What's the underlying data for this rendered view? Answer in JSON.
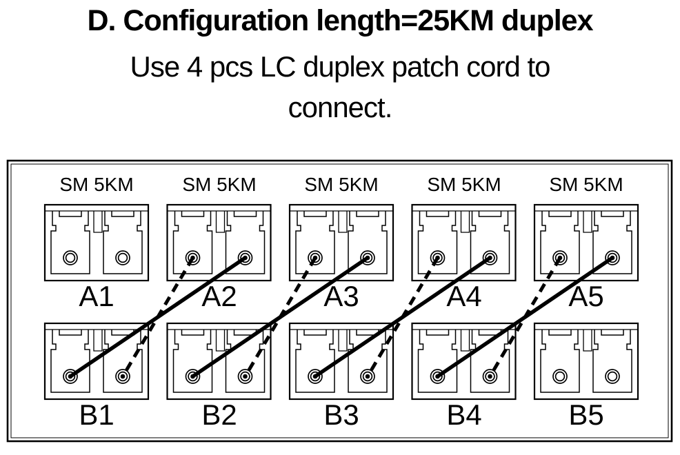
{
  "title": "D. Configuration length=25KM duplex",
  "subtitle_lines": [
    "Use 4 pcs LC duplex patch cord to",
    "connect."
  ],
  "panel": {
    "top_modules": [
      {
        "id": "A1",
        "type_label": "SM 5KM"
      },
      {
        "id": "A2",
        "type_label": "SM 5KM"
      },
      {
        "id": "A3",
        "type_label": "SM 5KM"
      },
      {
        "id": "A4",
        "type_label": "SM 5KM"
      },
      {
        "id": "A5",
        "type_label": "SM 5KM"
      }
    ],
    "bottom_modules": [
      {
        "id": "B1"
      },
      {
        "id": "B2"
      },
      {
        "id": "B3"
      },
      {
        "id": "B4"
      },
      {
        "id": "B5"
      }
    ]
  },
  "connections": [
    {
      "from": "A2-right",
      "to": "B1-left",
      "style": "solid"
    },
    {
      "from": "A2-left",
      "to": "B1-right",
      "style": "dashed"
    },
    {
      "from": "A3-right",
      "to": "B2-left",
      "style": "solid"
    },
    {
      "from": "A3-left",
      "to": "B2-right",
      "style": "dashed"
    },
    {
      "from": "A4-right",
      "to": "B3-left",
      "style": "solid"
    },
    {
      "from": "A4-left",
      "to": "B3-right",
      "style": "dashed"
    },
    {
      "from": "A5-right",
      "to": "B4-left",
      "style": "solid"
    },
    {
      "from": "A5-left",
      "to": "B4-right",
      "style": "dashed"
    }
  ],
  "colors": {
    "ink": "#000000",
    "background": "#ffffff"
  }
}
